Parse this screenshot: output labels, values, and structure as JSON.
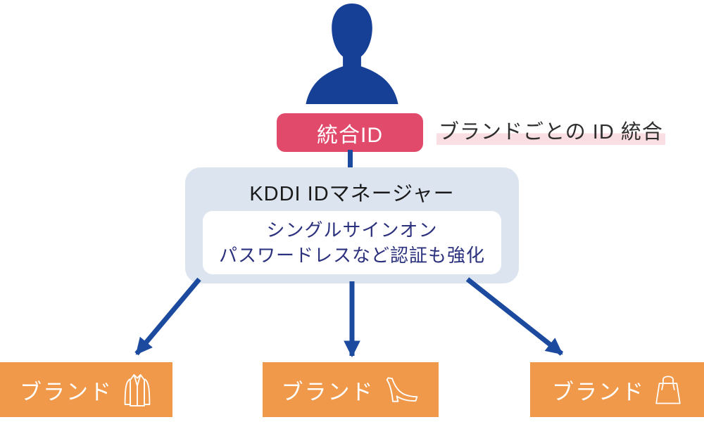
{
  "diagram": {
    "person_icon": "person-silhouette-icon",
    "badge": {
      "label": "統合ID"
    },
    "side_note": "ブランドごとの ID 統合",
    "manager_box": {
      "title": "KDDI IDマネージャー",
      "features": [
        "シングルサインオン",
        "パスワードレスなど認証も強化"
      ]
    },
    "brands": [
      {
        "label": "ブランド",
        "icon": "jacket-icon"
      },
      {
        "label": "ブランド",
        "icon": "high-heel-icon"
      },
      {
        "label": "ブランド",
        "icon": "tote-bag-icon"
      }
    ],
    "colors": {
      "navy": "#1b4a9e",
      "person_navy": "#163f96",
      "badge_pink": "#e14a6b",
      "highlight_pink": "#f9dee3",
      "manager_bg": "#dce4f0",
      "feature_text": "#2b317d",
      "brand_orange": "#f0994a",
      "note_text": "#2e2e2e"
    }
  }
}
